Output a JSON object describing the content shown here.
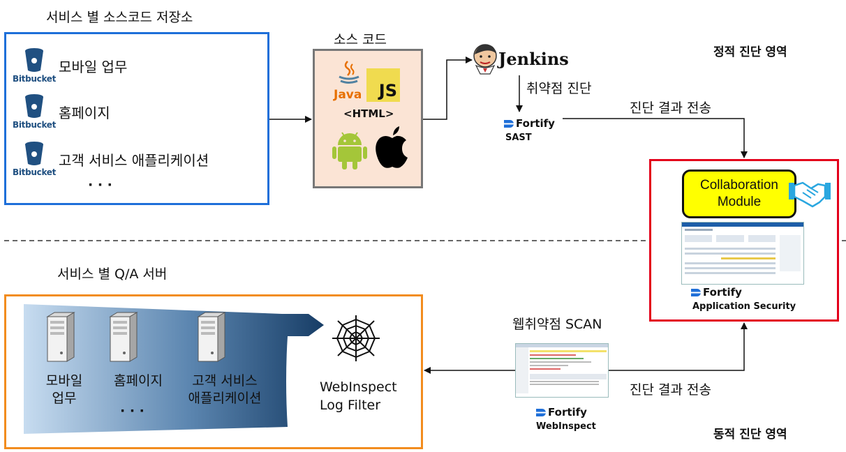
{
  "repos": {
    "title": "서비스 별 소스코드 저장소",
    "logo_text": "Bitbucket",
    "items": [
      {
        "label": "모바일 업무"
      },
      {
        "label": "홈페이지"
      },
      {
        "label": "고객 서비스 애플리케이션"
      }
    ],
    "ellipsis": "· · ·"
  },
  "source": {
    "title": "소스 코드",
    "java": "Java",
    "js": "JS",
    "html": "<HTML>"
  },
  "jenkins": {
    "name": "Jenkins"
  },
  "static_scan": {
    "label": "취약점 진단"
  },
  "sast": {
    "brand": "Fortify",
    "product": "SAST"
  },
  "send_result_top": "진단 결과 전송",
  "regions": {
    "static": "정적 진단 영역",
    "dynamic": "동적 진단 영역"
  },
  "appsec": {
    "collab_line1": "Collaboration",
    "collab_line2": "Module",
    "brand": "Fortify",
    "product": "Application Security"
  },
  "qa": {
    "title": "서비스 별  Q/A 서버",
    "servers": [
      {
        "line1": "모바일",
        "line2": "업무"
      },
      {
        "line1": "홈페이지",
        "line2": ""
      },
      {
        "line1": "고객 서비스",
        "line2": "애플리케이션"
      }
    ],
    "ellipsis": "· · ·"
  },
  "webinspect_filter": {
    "line1": "WebInspect",
    "line2": "Log Filter"
  },
  "web_scan": {
    "label": "웹취약점 SCAN"
  },
  "send_result_bottom": "진단 결과 전송",
  "webinspect": {
    "brand": "Fortify",
    "product": "WebInspect"
  },
  "colors": {
    "repo_border": "#1e6fd9",
    "source_bg": "#fbe4d5",
    "appsec_border": "#e3001b",
    "qa_border": "#f28c1e",
    "collab_fill": "#ffff00",
    "fortify_blue": "#1f6fd8"
  }
}
